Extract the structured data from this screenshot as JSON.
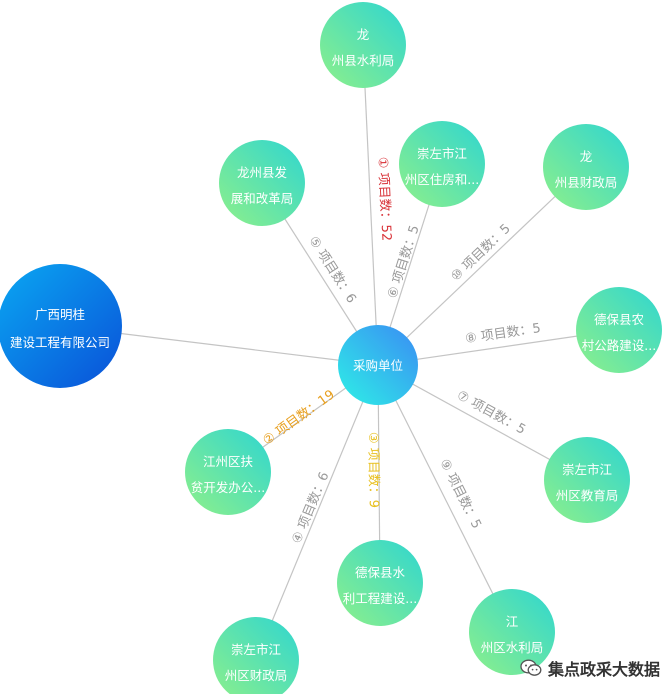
{
  "center": {
    "label": "采购单位"
  },
  "company": {
    "lines": [
      "广西明桂",
      "建设工程有限公司"
    ]
  },
  "nodes": [
    {
      "id": "n1",
      "lines": [
        "龙",
        "州县水利局"
      ],
      "edge_label": "① 项目数：52",
      "edge_color": "#d9343a"
    },
    {
      "id": "n2",
      "lines": [
        "江州区扶",
        "贫开发办公..."
      ],
      "edge_label": "② 项目数：19",
      "edge_color": "#e8a020"
    },
    {
      "id": "n3",
      "lines": [
        "德保县水",
        "利工程建设..."
      ],
      "edge_label": "③ 项目数：9",
      "edge_color": "#e8c020"
    },
    {
      "id": "n4",
      "lines": [
        "崇左市江",
        "州区财政局"
      ],
      "edge_label": "④ 项目数：6",
      "edge_color": "#999999"
    },
    {
      "id": "n5",
      "lines": [
        "龙州县发",
        "展和改革局"
      ],
      "edge_label": "⑤ 项目数：6",
      "edge_color": "#999999"
    },
    {
      "id": "n6",
      "lines": [
        "崇左市江",
        "州区住房和..."
      ],
      "edge_label": "⑥ 项目数：5",
      "edge_color": "#999999"
    },
    {
      "id": "n7",
      "lines": [
        "崇左市江",
        "州区教育局"
      ],
      "edge_label": "⑦ 项目数：5",
      "edge_color": "#999999"
    },
    {
      "id": "n8",
      "lines": [
        "德保县农",
        "村公路建设..."
      ],
      "edge_label": "⑧ 项目数：5",
      "edge_color": "#999999"
    },
    {
      "id": "n9",
      "lines": [
        "江",
        "州区水利局"
      ],
      "edge_label": "⑨ 项目数：5",
      "edge_color": "#999999"
    },
    {
      "id": "n10",
      "lines": [
        "龙",
        "州县财政局"
      ],
      "edge_label": "⑩ 项目数：5",
      "edge_color": "#999999"
    }
  ],
  "watermark": {
    "text": "集点政采大数据",
    "icon": "wechat-icon"
  },
  "colors": {
    "edge": "#c4c4c4",
    "node_gradient": [
      "#8ef08a",
      "#2fd6d0"
    ],
    "center_gradient": [
      "#2ef0e6",
      "#3a8cf4"
    ],
    "company_gradient": [
      "#0aa8f2",
      "#0a50d8"
    ]
  }
}
